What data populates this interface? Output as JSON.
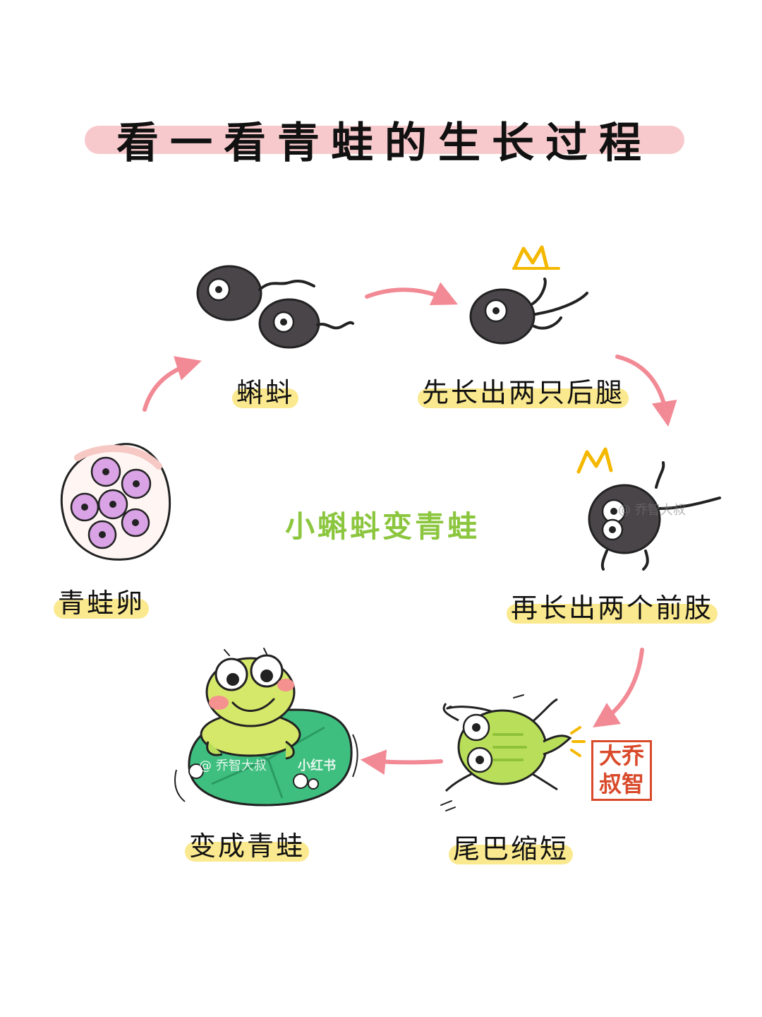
{
  "title": "看一看青蛙的生长过程",
  "center_text": "小蝌蚪变青蛙",
  "stages": [
    {
      "label": "蝌蚪"
    },
    {
      "label": "先长出两只后腿"
    },
    {
      "label": "再长出两个前肢"
    },
    {
      "label": "尾巴缩短"
    },
    {
      "label": "变成青蛙"
    },
    {
      "label": "青蛙卵"
    }
  ],
  "watermarks": {
    "right": "@ 乔智大叔",
    "bottom_left": "@ 乔智大叔",
    "platform": "小红书"
  },
  "seal": {
    "line1": "大乔",
    "line2": "叔智"
  },
  "colors": {
    "title_highlight": "#f8c9cc",
    "label_highlight": "#fbe98f",
    "arrow": "#f28a95",
    "center_text": "#8cc63f",
    "tadpole": "#4a4549",
    "egg": "#d9a3e6",
    "frog": "#b9df5a",
    "lily_pad": "#3fbf7f",
    "seal": "#d94a2b"
  }
}
